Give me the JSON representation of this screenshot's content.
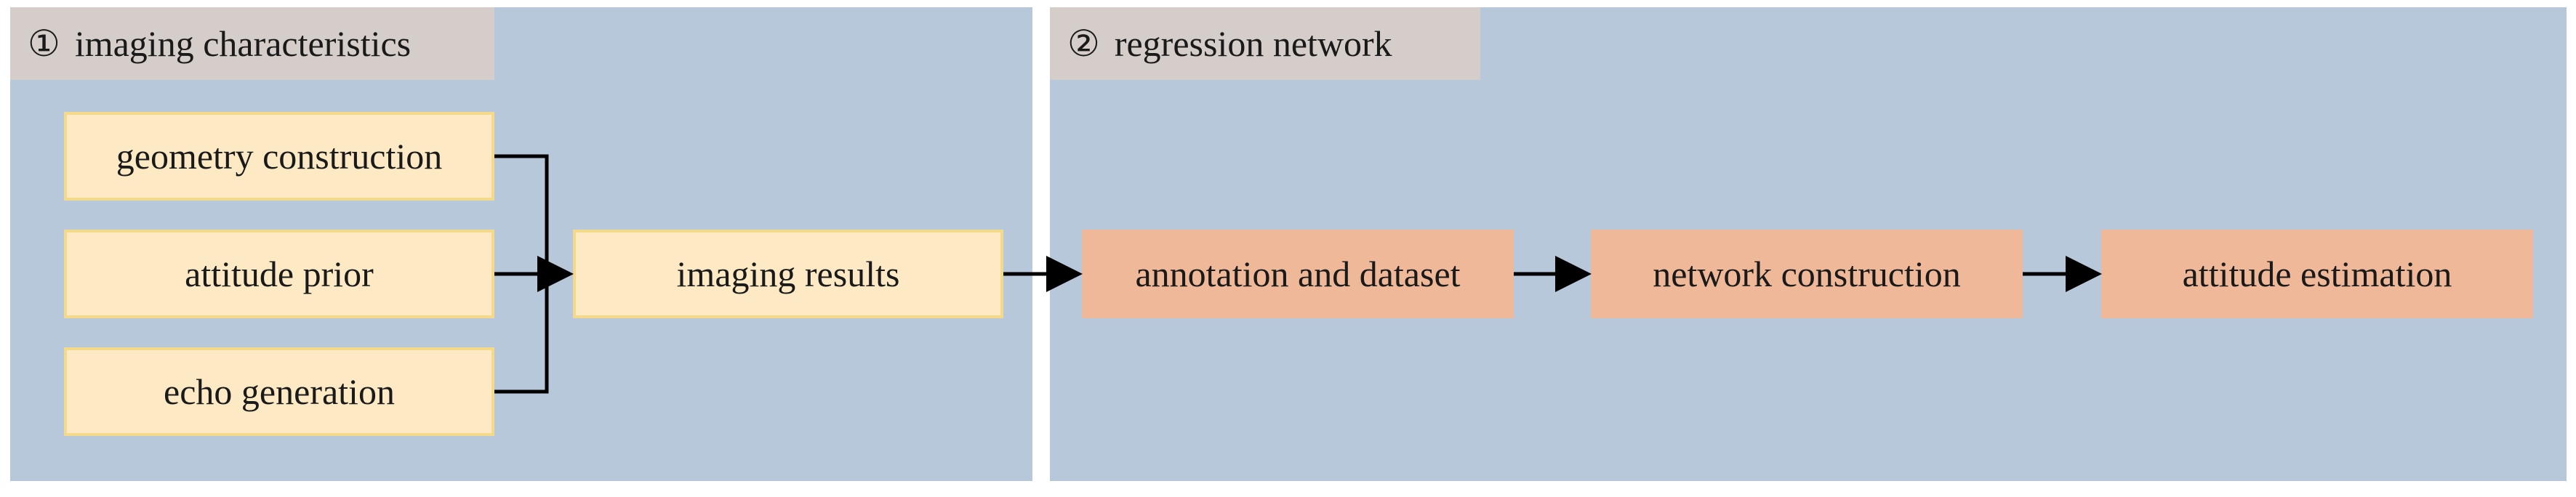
{
  "panels": {
    "imaging": {
      "number": "①",
      "title": "imaging characteristics"
    },
    "regression": {
      "number": "②",
      "title": "regression network"
    }
  },
  "boxes": {
    "geometry": "geometry construction",
    "attitude_prior": "attitude prior",
    "echo": "echo generation",
    "imaging_results": "imaging results",
    "annotation": "annotation and dataset",
    "network": "network construction",
    "estimation": "attitude estimation"
  },
  "colors": {
    "panel_bg": "#b7c8db",
    "tag_bg": "#d5cdc9",
    "input_box": "#fdeac5",
    "input_border": "#f5d98a",
    "network_box": "#efb898",
    "arrow": "#000000"
  }
}
